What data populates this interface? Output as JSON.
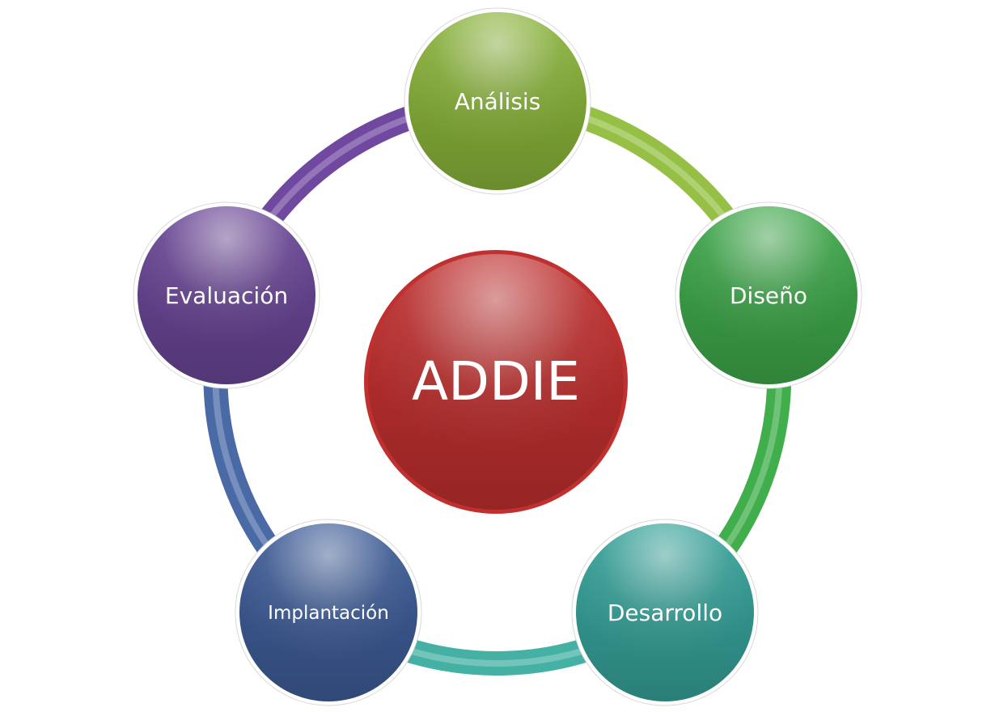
{
  "center": {
    "label": "ADDIE",
    "color": "#c0302f"
  },
  "phases": [
    {
      "id": "analisis",
      "label": "Análisis",
      "color": "#8ab43a",
      "connector_color": "#95c045"
    },
    {
      "id": "diseno",
      "label": "Diseño",
      "color": "#3ea84a",
      "connector_color": "#3fae4b"
    },
    {
      "id": "desarrollo",
      "label": "Desarrollo",
      "color": "#36a39a",
      "connector_color": "#45b0a4"
    },
    {
      "id": "implantacion",
      "label": "Implantación",
      "color": "#3e5d98",
      "connector_color": "#4a6aa6"
    },
    {
      "id": "evaluacion",
      "label": "Evaluación",
      "color": "#6a4696",
      "connector_color": "#7048a0"
    }
  ]
}
